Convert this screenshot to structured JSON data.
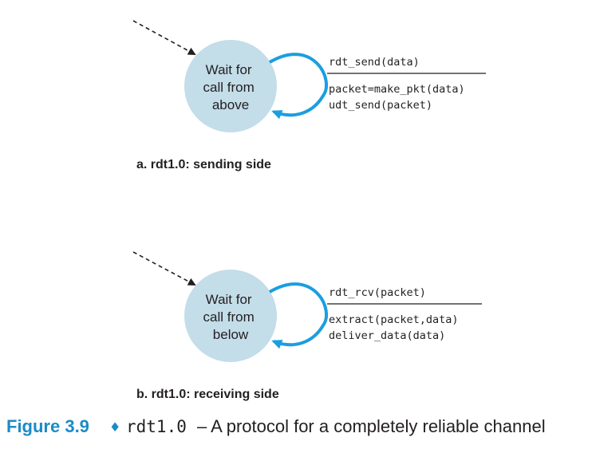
{
  "colors": {
    "state_fill": "#c3dde9",
    "self_loop": "#1a9ee0",
    "figure_accent": "#1b8bc8",
    "text": "#231f20"
  },
  "panels": [
    {
      "state_lines": [
        "Wait for",
        "call from",
        "above"
      ],
      "event": "rdt_send(data)",
      "actions": [
        "packet=make_pkt(data)",
        "udt_send(packet)"
      ],
      "caption": "a.  rdt1.0: sending side"
    },
    {
      "state_lines": [
        "Wait for",
        "call from",
        "below"
      ],
      "event": "rdt_rcv(packet)",
      "actions": [
        "extract(packet,data)",
        "deliver_data(data)"
      ],
      "caption": "b.  rdt1.0: receiving side"
    }
  ],
  "figure": {
    "label": "Figure 3.9",
    "separator": "♦",
    "code": "rdt1.0",
    "title": "– A protocol for a completely reliable channel"
  }
}
